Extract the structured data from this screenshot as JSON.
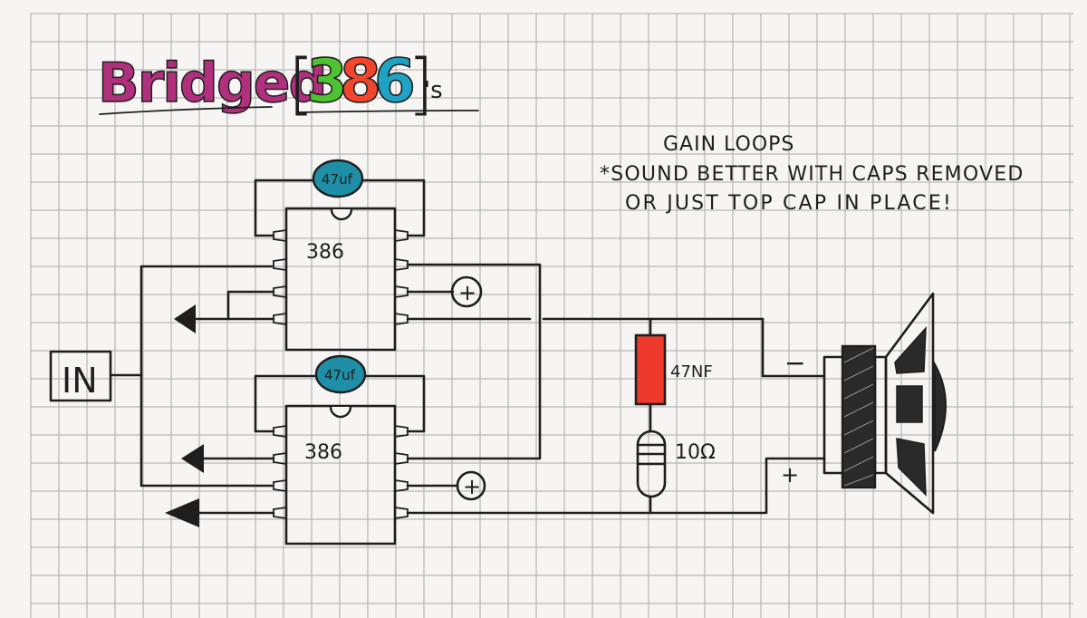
{
  "title": {
    "word": "Bridged",
    "bracket_open": "[",
    "digits": [
      {
        "char": "3",
        "color": "#4fc232"
      },
      {
        "char": "8",
        "color": "#f2452e"
      },
      {
        "char": "6",
        "color": "#1fa3c4"
      }
    ],
    "bracket_close": "]",
    "suffix": "'s",
    "word_color": "#b0307e"
  },
  "note": {
    "heading": "GAIN LOOPS",
    "heading_color": "#2d5bb8",
    "line1": "*SOUND BETTER WITH CAPS REMOVED",
    "line2": "OR JUST TOP CAP IN PLACE!"
  },
  "components": {
    "input_label": "IN",
    "ic_top_label": "386",
    "ic_bottom_label": "386",
    "cap_top_label": "47uf",
    "cap_bottom_label": "47uf",
    "cap_color": "#1e8fa6",
    "film_cap_label": "47NF",
    "film_cap_color": "#ee3a2c",
    "resistor_label": "10Ω",
    "supply_top_label": "+",
    "supply_bottom_label": "+",
    "speaker_minus_label": "−",
    "speaker_plus_label": "+"
  },
  "colors": {
    "paper": "#f7f5f4",
    "grid": "#a9a9a9",
    "ink": "#1e1e1e"
  }
}
